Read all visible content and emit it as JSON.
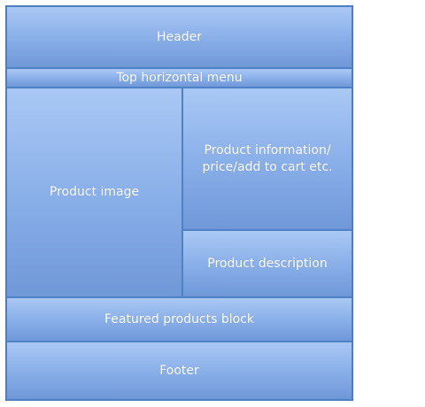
{
  "blocks": {
    "header": "Header",
    "top_menu": "Top horizontal menu",
    "product_image": "Product image",
    "product_info_line1": "Product information/",
    "product_info_line2": "price/add to cart etc.",
    "product_description": "Product description",
    "featured_products": "Featured products block",
    "footer": "Footer"
  },
  "colors": {
    "fill_light": "#a9c8f4",
    "fill_dark": "#6f98d8",
    "border": "#4f82c4",
    "text": "#ffffff"
  }
}
